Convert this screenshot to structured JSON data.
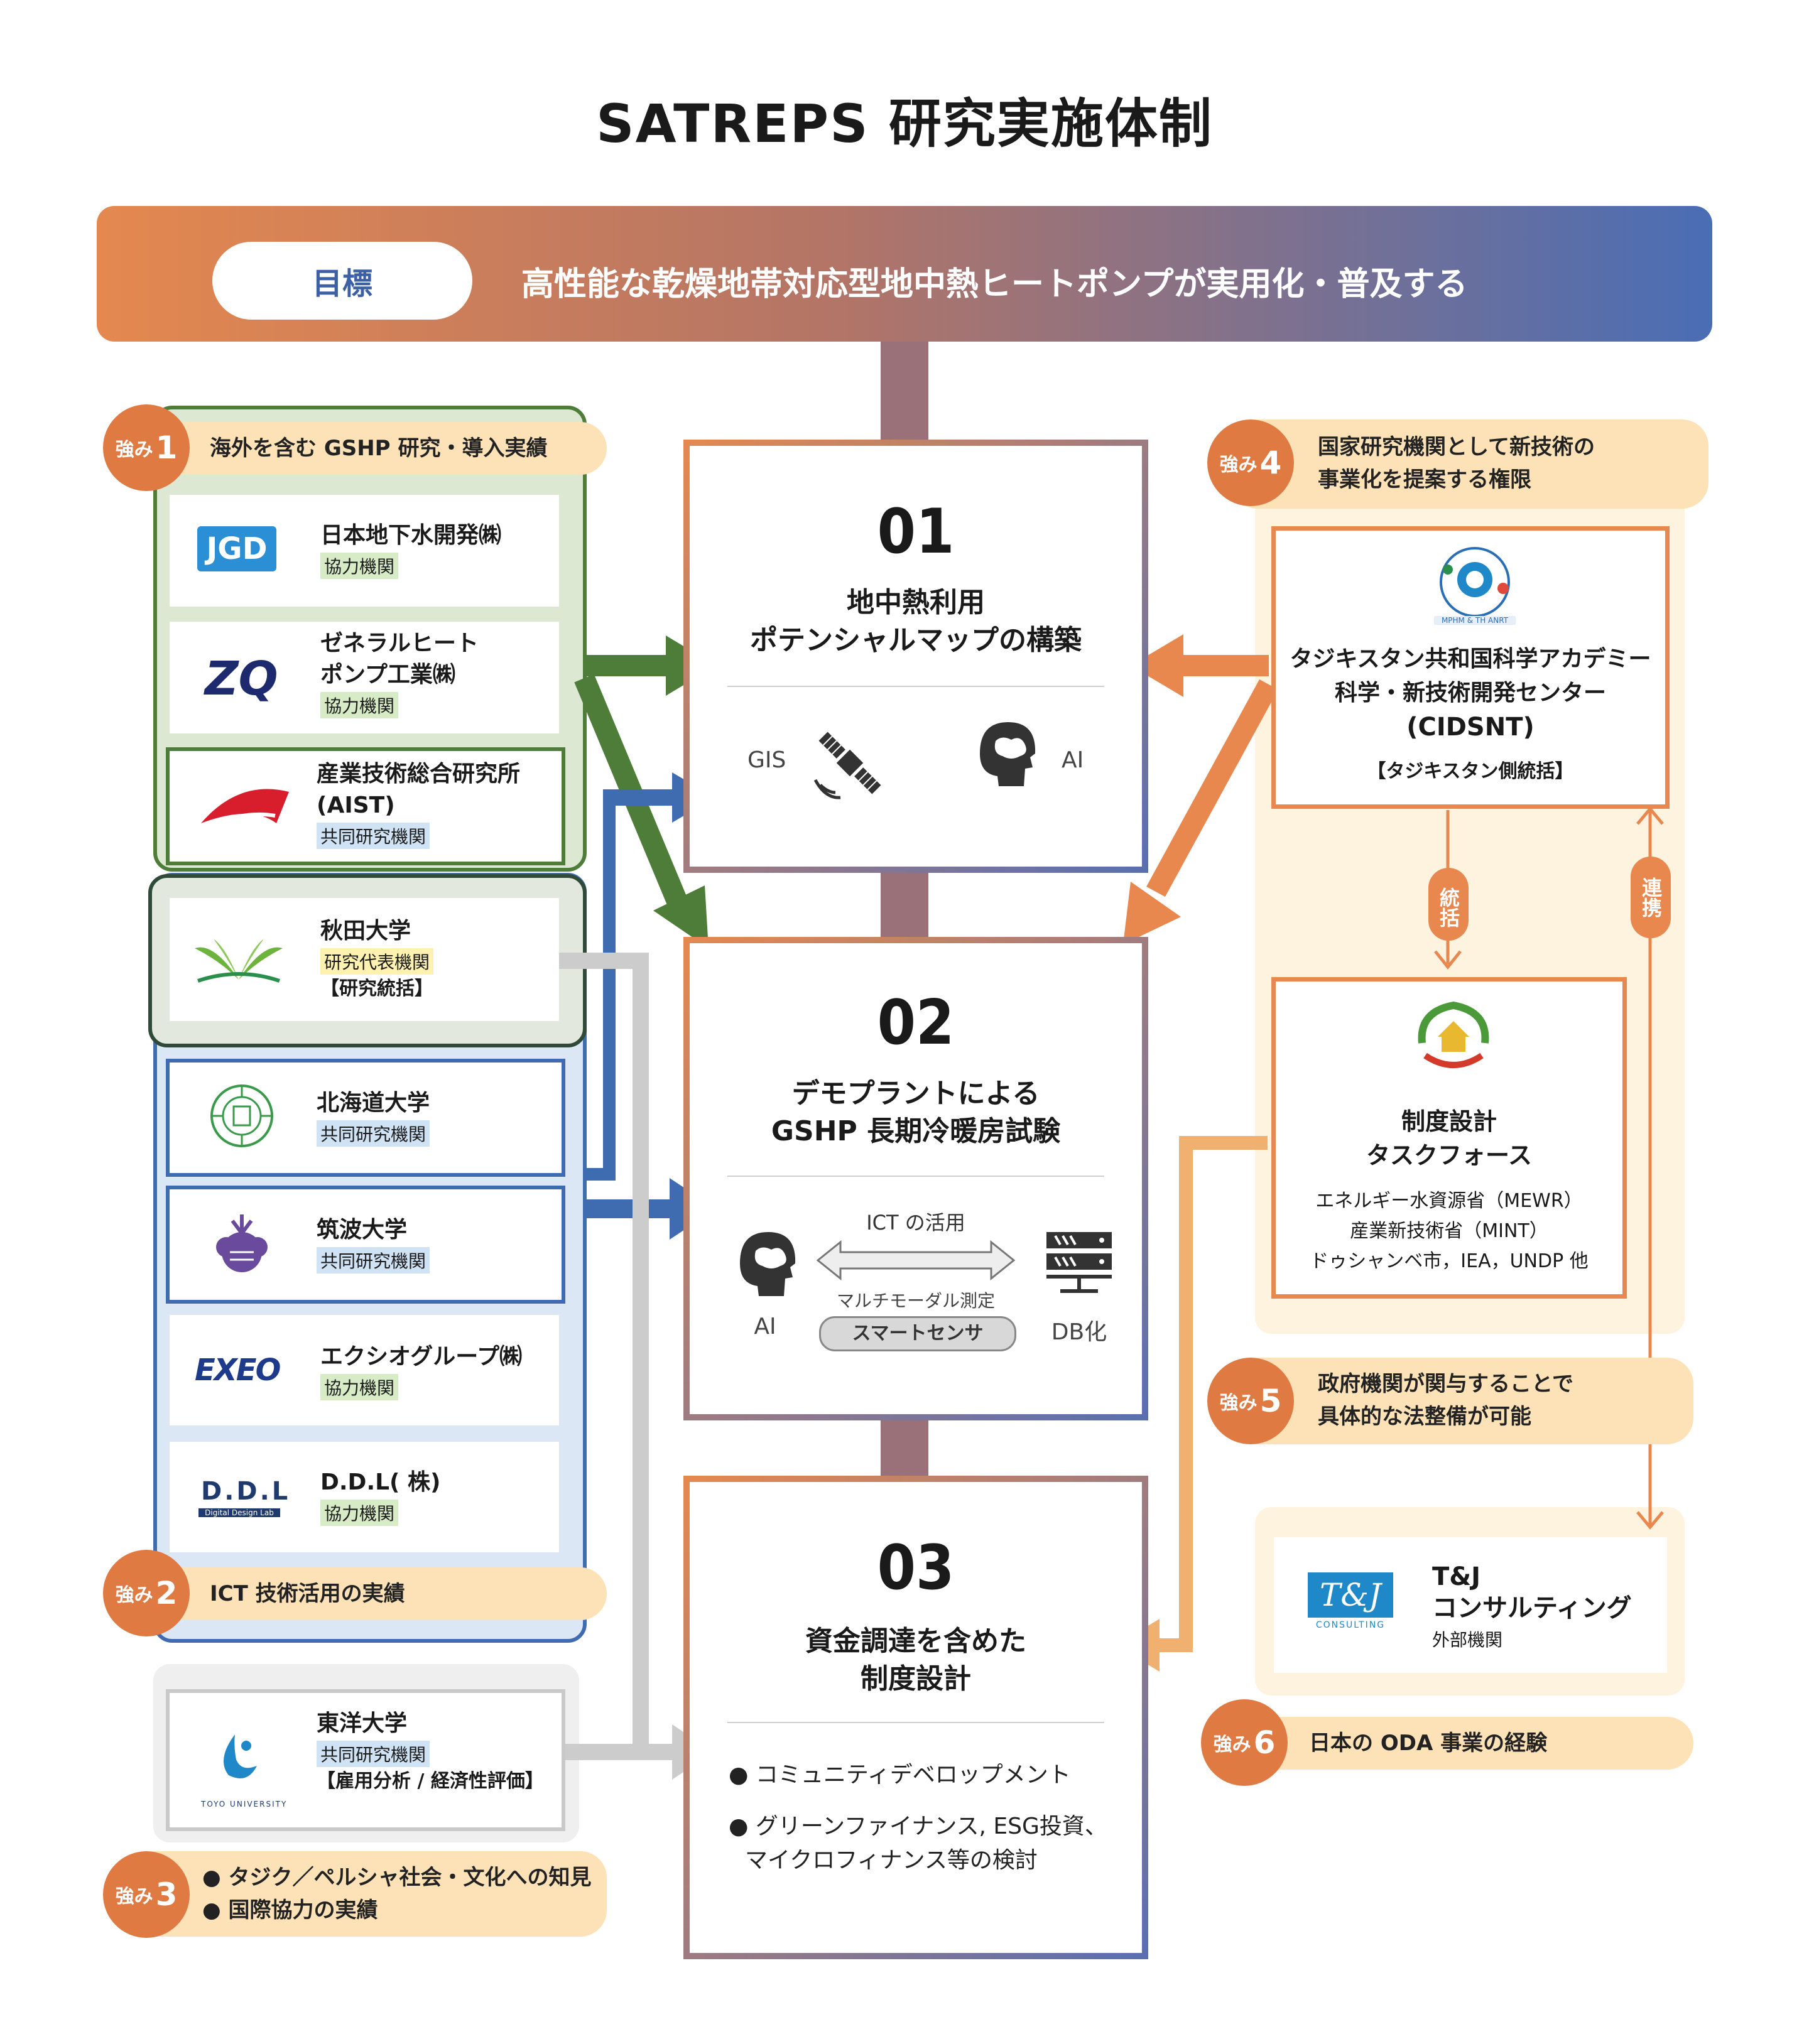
{
  "title": "SATREPS 研究実施体制",
  "goal": {
    "label": "目標",
    "text": "高性能な乾燥地帯対応型地中熱ヒートポンプが実用化・普及する"
  },
  "strengths": [
    {
      "small": "強み",
      "num": "1",
      "text": "海外を含む GSHP 研究・導入実績"
    },
    {
      "small": "強み",
      "num": "2",
      "text": "ICT 技術活用の実績"
    },
    {
      "small": "強み",
      "num": "3",
      "lines": [
        "● タジク／ペルシャ社会・文化への知見",
        "● 国際協力の実績"
      ]
    },
    {
      "small": "強み",
      "num": "4",
      "lines": [
        "国家研究機関として新技術の",
        "事業化を提案する権限"
      ]
    },
    {
      "small": "強み",
      "num": "5",
      "lines": [
        "政府機関が関与することで",
        "具体的な法整備が可能"
      ]
    },
    {
      "small": "強み",
      "num": "6",
      "text": "日本の ODA 事業の経験"
    }
  ],
  "orgs": {
    "jgd": {
      "logo": "JGD",
      "name": "日本地下水開発㈱",
      "tag": "協力機関"
    },
    "zq": {
      "logo": "ZQ",
      "name_lines": [
        "ゼネラルヒート",
        "ポンプ工業㈱"
      ],
      "tag": "協力機関"
    },
    "aist": {
      "name_lines": [
        "産業技術総合研究所",
        "(AIST)"
      ],
      "tag": "共同研究機関"
    },
    "akita": {
      "name": "秋田大学",
      "tag": "研究代表機関",
      "note": "【研究統括】"
    },
    "hokkaido": {
      "name": "北海道大学",
      "tag": "共同研究機関"
    },
    "tsukuba": {
      "name": "筑波大学",
      "tag": "共同研究機関"
    },
    "exeo": {
      "logo": "EXEO",
      "name": "エクシオグループ㈱",
      "tag": "協力機関"
    },
    "ddl": {
      "logo": "D.D.L",
      "logo_sub": "Digital Design Lab",
      "name": "D.D.L( 株)",
      "tag": "協力機関"
    },
    "toyo": {
      "logo_text": "TOYO UNIVERSITY",
      "name": "東洋大学",
      "tag": "共同研究機関",
      "note": "【雇用分析 / 経済性評価】"
    }
  },
  "boxes": [
    {
      "num": "01",
      "title_lines": [
        "地中熱利用",
        "ポテンシャルマップの構築"
      ],
      "left_label": "GIS",
      "right_label": "AI"
    },
    {
      "num": "02",
      "title_lines": [
        "デモプラントによる",
        "GSHP 長期冷暖房試験"
      ],
      "ict": "ICT の活用",
      "multi": "マルチモーダル測定",
      "sensor": "スマートセンサ",
      "left_label": "AI",
      "right_label": "DB化"
    },
    {
      "num": "03",
      "title_lines": [
        "資金調達を含めた",
        "制度設計"
      ],
      "bullets": [
        "● コミュニティデベロップメント",
        "● グリーンファイナンス, ESG投資、",
        "マイクロフィナンス等の検討"
      ]
    }
  ],
  "cidsnt": {
    "logo_caption": "MPHM & TH ANRT",
    "lines": [
      "タジキスタン共和国科学アカデミー",
      "科学・新技術開発センター",
      "(CIDSNT)"
    ],
    "note": "【タジキスタン側統括】"
  },
  "taskforce": {
    "title_lines": [
      "制度設計",
      "タスクフォース"
    ],
    "members": [
      "エネルギー水資源省（MEWR）",
      "産業新技術省（MINT）",
      "ドゥシャンベ市，IEA，UNDP 他"
    ]
  },
  "tj": {
    "logo": "T&J",
    "logo_sub": "CONSULTING",
    "name_lines": [
      "T&J",
      "コンサルティング"
    ],
    "tag": "外部機関"
  },
  "links": {
    "supervise": "統括",
    "cooperate": "連携"
  },
  "colors": {
    "green": "#4e7d3a",
    "blue": "#3f6cb0",
    "orange": "#e8884f",
    "light_orange": "#f0b070",
    "gray": "#cccccc",
    "stem": "#9a7178"
  }
}
